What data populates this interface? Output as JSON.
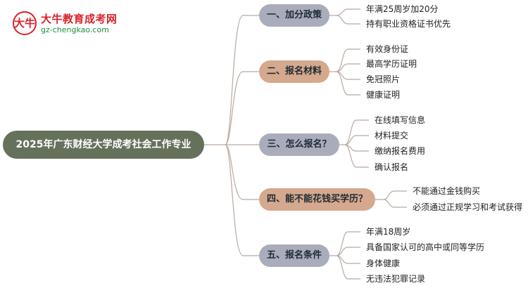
{
  "logo": {
    "badge": "大牛",
    "name": "大牛教育成考网",
    "url": "gz-chengkao.com"
  },
  "root": {
    "label": "2025年广东财经大学成考社会工作专业"
  },
  "colors": {
    "line": "#b9a9a0",
    "root": "#66715c",
    "branch_gray": "#a9acbb",
    "branch_tan": "#d5a98d"
  },
  "branches": [
    {
      "label": "一、加分政策",
      "items": [
        "年满25周岁加20分",
        "持有职业资格证书优先"
      ]
    },
    {
      "label": "二、报名材料",
      "items": [
        "有效身份证",
        "最高学历证明",
        "免冠照片",
        "健康证明"
      ]
    },
    {
      "label": "三、怎么报名？",
      "items": [
        "在线填写信息",
        "材料提交",
        "缴纳报名费用",
        "确认报名"
      ]
    },
    {
      "label": "四、能不能花钱买学历？",
      "items": [
        "不能通过金钱购买",
        "必须通过正规学习和考试获得"
      ]
    },
    {
      "label": "五、报名条件",
      "items": [
        "年满18周岁",
        "具备国家认可的高中或同等学历",
        "身体健康",
        "无违法犯罪记录"
      ]
    }
  ]
}
